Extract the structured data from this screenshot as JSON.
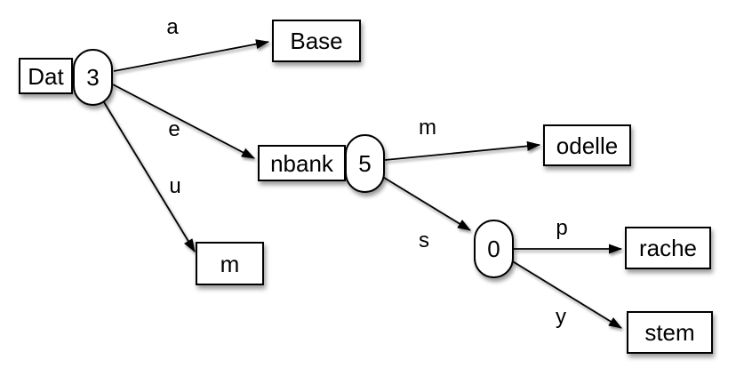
{
  "diagram": {
    "kind": "trie",
    "nodes": [
      {
        "id": "Dat",
        "shape": "rect",
        "label": "Dat"
      },
      {
        "id": "3",
        "shape": "oval",
        "label": "3"
      },
      {
        "id": "Base",
        "shape": "rect",
        "label": "Base"
      },
      {
        "id": "nbank",
        "shape": "rect",
        "label": "nbank"
      },
      {
        "id": "5",
        "shape": "oval",
        "label": "5"
      },
      {
        "id": "odelle",
        "shape": "rect",
        "label": "odelle"
      },
      {
        "id": "0",
        "shape": "oval",
        "label": "0"
      },
      {
        "id": "rache",
        "shape": "rect",
        "label": "rache"
      },
      {
        "id": "stem",
        "shape": "rect",
        "label": "stem"
      },
      {
        "id": "m",
        "shape": "rect",
        "label": "m"
      }
    ],
    "edges": [
      {
        "from": "3",
        "to": "Base",
        "label": "a"
      },
      {
        "from": "3",
        "to": "nbank",
        "label": "e"
      },
      {
        "from": "3",
        "to": "m",
        "label": "u"
      },
      {
        "from": "5",
        "to": "odelle",
        "label": "m"
      },
      {
        "from": "5",
        "to": "0",
        "label": "s"
      },
      {
        "from": "0",
        "to": "rache",
        "label": "p"
      },
      {
        "from": "0",
        "to": "stem",
        "label": "y"
      }
    ],
    "colors": {
      "stroke": "#000000",
      "node_fill": "#ffffff",
      "background": "#ffffff"
    }
  }
}
